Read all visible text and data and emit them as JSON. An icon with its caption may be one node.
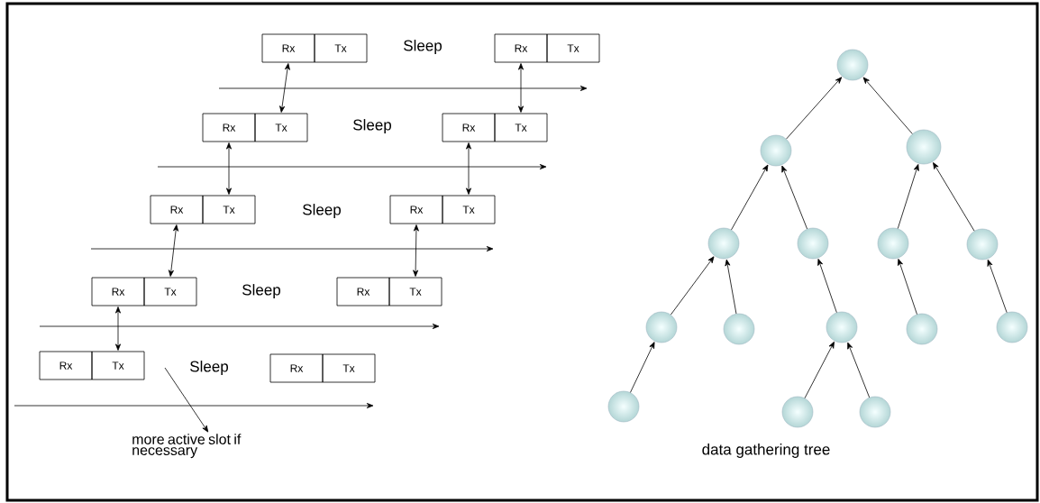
{
  "diagram": {
    "nodes": [
      {
        "text": [
          "Rx"
        ]
      },
      {
        "text": [
          "Tx"
        ]
      },
      {
        "text": [
          "Rx"
        ]
      },
      {
        "text": [
          "Tx"
        ]
      },
      {
        "text": [
          "Rx"
        ]
      },
      {
        "text": [
          "Tx"
        ]
      },
      {
        "text": [
          "Rx"
        ]
      },
      {
        "text": [
          "Tx"
        ]
      },
      {
        "text": [
          "Rx"
        ]
      },
      {
        "text": [
          "Tx"
        ]
      },
      {
        "text": [
          "Rx"
        ]
      },
      {
        "text": [
          "Tx"
        ]
      },
      {
        "text": [
          "Rx"
        ]
      },
      {
        "text": [
          "Tx"
        ]
      },
      {
        "text": [
          "Rx"
        ]
      },
      {
        "text": [
          "Tx"
        ]
      },
      {
        "text": [
          "Rx"
        ]
      },
      {
        "text": [
          "Tx"
        ]
      },
      {
        "text": [
          "Rx"
        ]
      },
      {
        "text": [
          "Tx"
        ]
      },
      {
        "text": [
          "more active slot if necessary"
        ]
      },
      {
        "text": [],
        "shape": "circle"
      },
      {
        "text": [],
        "shape": "circle"
      },
      {
        "text": [],
        "shape": "circle"
      },
      {
        "text": [],
        "shape": "circle"
      },
      {
        "text": [],
        "shape": "circle"
      },
      {
        "text": [],
        "shape": "circle"
      },
      {
        "text": [],
        "shape": "circle"
      },
      {
        "text": [],
        "shape": "circle"
      },
      {
        "text": [],
        "shape": "circle"
      },
      {
        "text": [],
        "shape": "circle"
      },
      {
        "text": [],
        "shape": "circle"
      },
      {
        "text": [],
        "shape": "circle"
      },
      {
        "text": [],
        "shape": "circle"
      },
      {
        "text": [],
        "shape": "circle"
      },
      {
        "text": [],
        "shape": "circle"
      }
    ],
    "edges": [
      {
        "from": 0,
        "to": 5,
        "arrow": "both"
      },
      {
        "from": 2,
        "to": 7,
        "arrow": "both"
      },
      {
        "from": 4,
        "to": 9,
        "arrow": "both"
      },
      {
        "from": 6,
        "to": 11,
        "arrow": "both"
      },
      {
        "from": 8,
        "to": 13,
        "arrow": "both"
      },
      {
        "from": 10,
        "to": 15,
        "arrow": "both"
      },
      {
        "from": 12,
        "to": 17,
        "arrow": "both"
      },
      {
        "from": null,
        "to": 20,
        "arrow": "to"
      },
      {
        "from": 22,
        "to": 21,
        "arrow": "to"
      },
      {
        "from": 23,
        "to": 21,
        "arrow": "to"
      },
      {
        "from": 24,
        "to": 22,
        "arrow": "to"
      },
      {
        "from": 25,
        "to": 22,
        "arrow": "to"
      },
      {
        "from": 26,
        "to": 23,
        "arrow": "to"
      },
      {
        "from": 27,
        "to": 23,
        "arrow": "to"
      },
      {
        "from": 28,
        "to": 24,
        "arrow": "to"
      },
      {
        "from": 29,
        "to": 24,
        "arrow": "to"
      },
      {
        "from": 30,
        "to": 25,
        "arrow": "to"
      },
      {
        "from": 31,
        "to": 26,
        "arrow": "to"
      },
      {
        "from": 32,
        "to": 27,
        "arrow": "to"
      },
      {
        "from": 33,
        "to": 28,
        "arrow": "to"
      },
      {
        "from": 34,
        "to": 30,
        "arrow": "to"
      },
      {
        "from": 35,
        "to": 30,
        "arrow": "to"
      }
    ],
    "labels": [
      "Sleep",
      "Sleep",
      "Sleep",
      "Sleep",
      "Sleep",
      "data gathering tree"
    ]
  }
}
